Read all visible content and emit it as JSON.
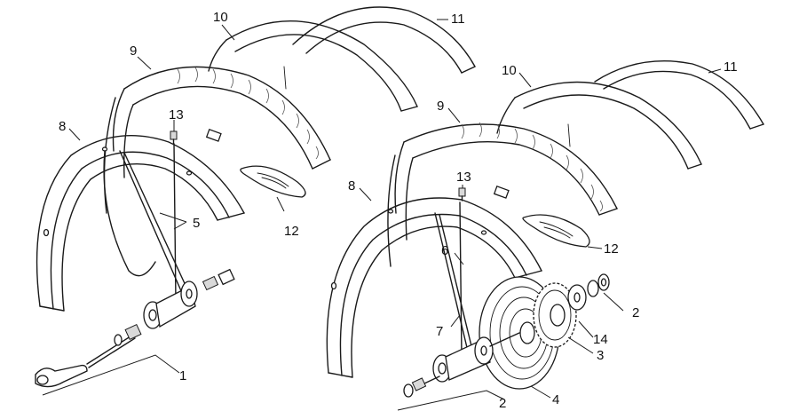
{
  "callouts": {
    "left": {
      "n1": "1",
      "n5": "5",
      "n8": "8",
      "n9": "9",
      "n10": "10",
      "n11": "11",
      "n12": "12",
      "n13": "13"
    },
    "right": {
      "n2a": "2",
      "n2b": "2",
      "n3": "3",
      "n4": "4",
      "n6": "6",
      "n7": "7",
      "n8": "8",
      "n9": "9",
      "n10": "10",
      "n11": "11",
      "n12": "12",
      "n13": "13",
      "n14": "14"
    }
  },
  "colors": {
    "line": "#1a1a1a",
    "background": "#ffffff",
    "shade": "#d9d9d9"
  }
}
